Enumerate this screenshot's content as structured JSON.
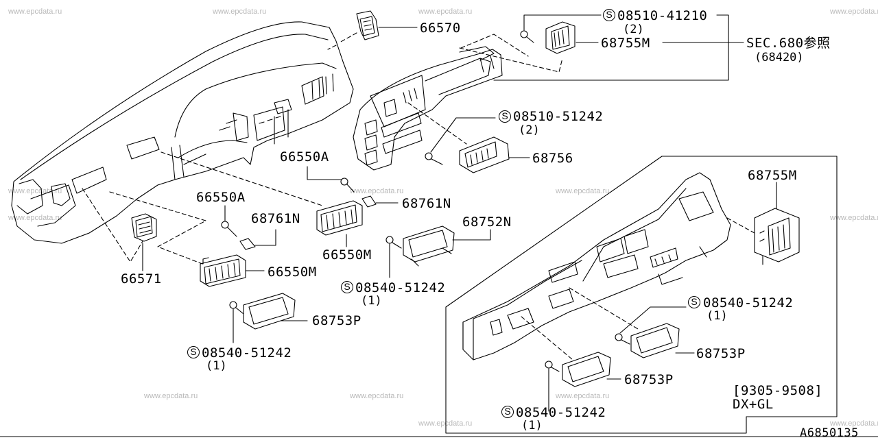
{
  "watermark": "www.epcdata.ru",
  "diagram_code": "A6850135",
  "parts": {
    "p66570": "66570",
    "p66550A_upper": "66550A",
    "p66550A_left": "66550A",
    "p68761N_upper": "68761N",
    "p68761N_left": "68761N",
    "p66550M_center": "66550M",
    "p66550M_left": "66550M",
    "p66571": "66571",
    "p68752N": "68752N",
    "p68753P_left": "68753P",
    "p68753P_right_upper": "68753P",
    "p68753P_right_lower": "68753P",
    "p68755M_top": "68755M",
    "p68755M_right": "68755M",
    "p68756": "68756"
  },
  "screws": {
    "s_top": {
      "symbol": "S",
      "number": "08510-41210",
      "qty": "(2)"
    },
    "s_mid": {
      "symbol": "S",
      "number": "08510-51242",
      "qty": "(2)"
    },
    "s_center": {
      "symbol": "S",
      "number": "08540-51242",
      "qty": "(1)"
    },
    "s_left": {
      "symbol": "S",
      "number": "08540-51242",
      "qty": "(1)"
    },
    "s_right_upper": {
      "symbol": "S",
      "number": "08540-51242",
      "qty": "(1)"
    },
    "s_right_lower": {
      "symbol": "S",
      "number": "08540-51242",
      "qty": "(1)"
    }
  },
  "reference": {
    "section": "SEC.680参照",
    "part": "(68420)"
  },
  "variant": {
    "dates": "[9305-9508]",
    "trim": "DX+GL"
  }
}
